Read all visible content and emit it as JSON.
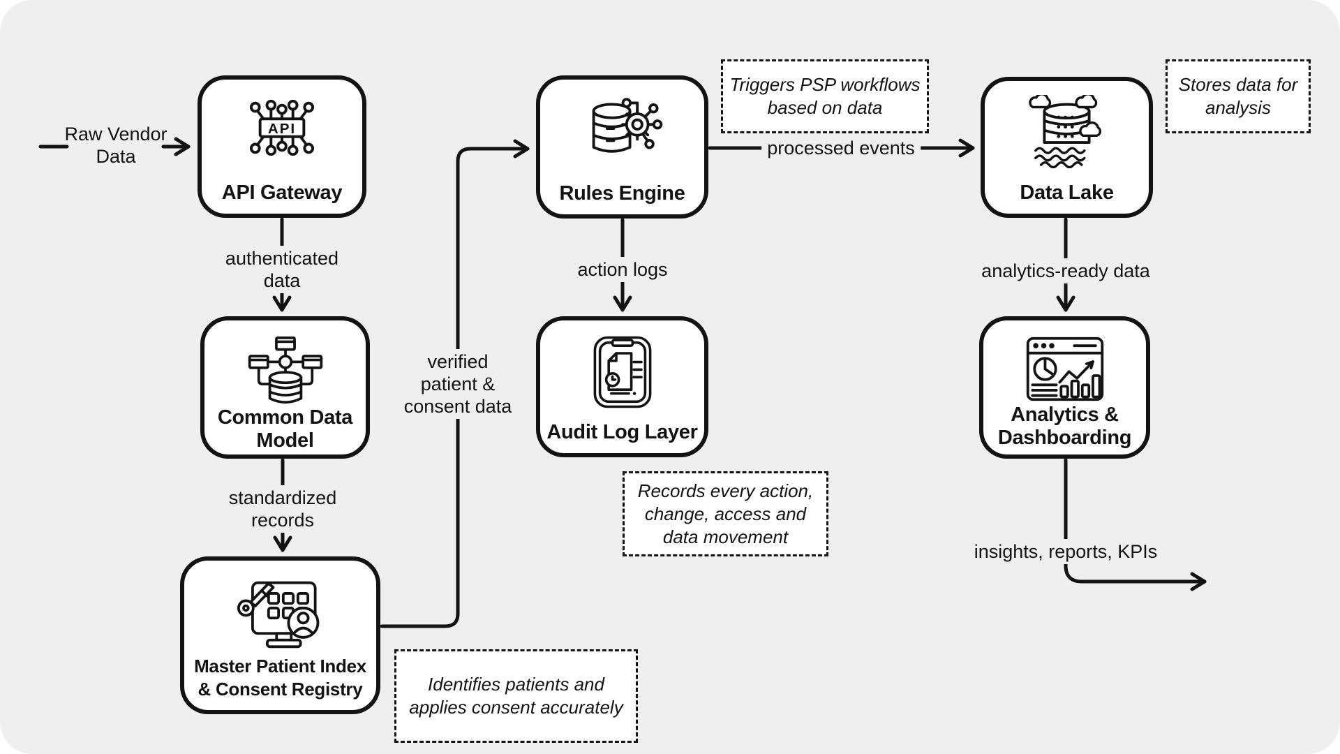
{
  "page": {
    "canvas_bg": "#efefef",
    "ink": "#131313",
    "node_bg": "#ffffff"
  },
  "start_label": "Raw Vendor\nData",
  "nodes": [
    {
      "id": "api-gateway",
      "label": "API Gateway",
      "icon": "api-icon",
      "icon_text": "API"
    },
    {
      "id": "common-data-model",
      "label": "Common Data\nModel",
      "icon": "schema-database-icon"
    },
    {
      "id": "master-patient-index",
      "label": "Master Patient Index\n& Consent Registry",
      "icon": "patient-registry-icon"
    },
    {
      "id": "rules-engine",
      "label": "Rules Engine",
      "icon": "rules-gear-database-icon"
    },
    {
      "id": "audit-log-layer",
      "label": "Audit Log Layer",
      "icon": "audit-log-icon"
    },
    {
      "id": "data-lake",
      "label": "Data Lake",
      "icon": "data-lake-icon"
    },
    {
      "id": "analytics-dashboarding",
      "label": "Analytics &\nDashboarding",
      "icon": "analytics-dashboard-icon"
    }
  ],
  "edges": [
    {
      "id": "api-to-cdm",
      "label": "authenticated\ndata"
    },
    {
      "id": "cdm-to-mpi",
      "label": "standardized\nrecords"
    },
    {
      "id": "mpi-to-rules",
      "label": "verified\npatient &\nconsent data"
    },
    {
      "id": "rules-to-audit",
      "label": "action logs"
    },
    {
      "id": "rules-to-lake",
      "label": "processed events"
    },
    {
      "id": "lake-to-analytics",
      "label": "analytics-ready data"
    },
    {
      "id": "analytics-out",
      "label": "insights, reports, KPIs"
    }
  ],
  "annotations": [
    {
      "id": "rules-note",
      "text": "Triggers PSP workflows\nbased on data"
    },
    {
      "id": "lake-note",
      "text": "Stores data for\nanalysis"
    },
    {
      "id": "audit-note",
      "text": "Records every action,\nchange, access and\ndata movement"
    },
    {
      "id": "mpi-note",
      "text": "Identifies patients and\napplies consent accurately"
    }
  ]
}
